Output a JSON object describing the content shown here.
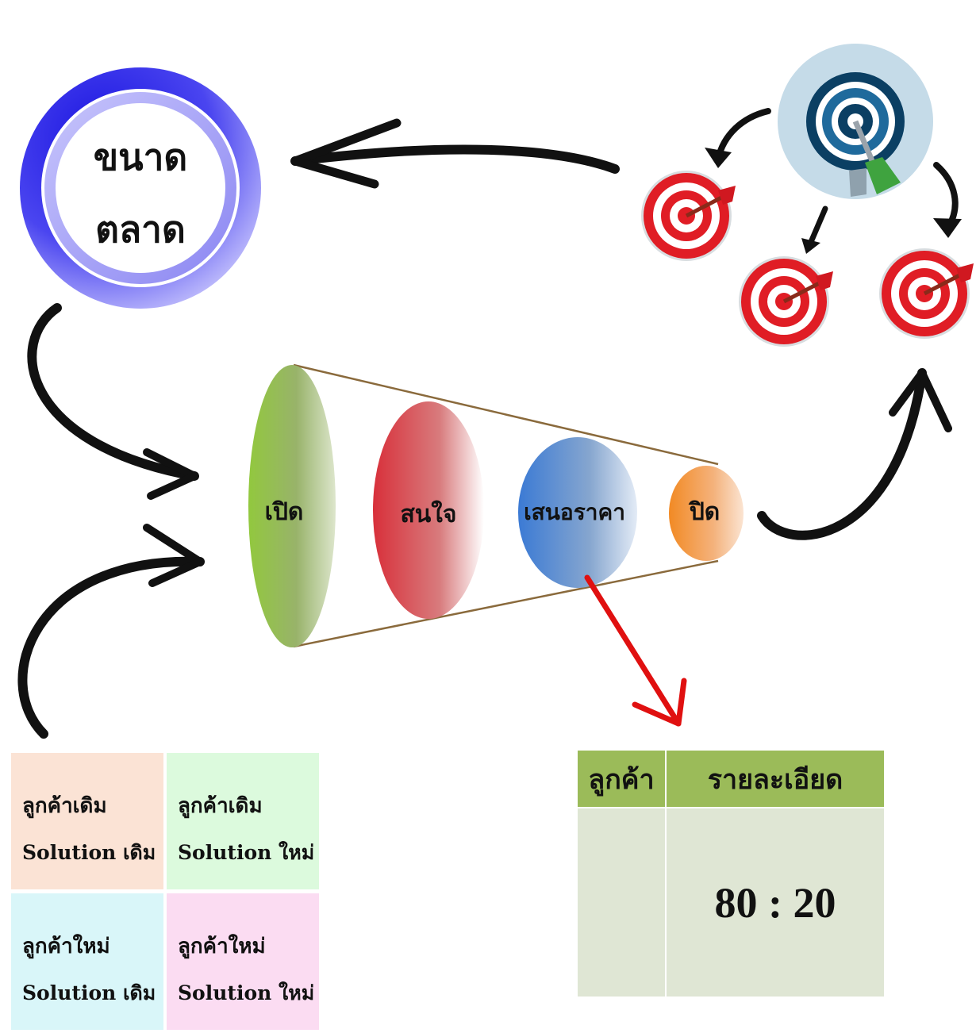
{
  "market_size": {
    "line1": "ขนาด",
    "line2": "ตลาด"
  },
  "funnel": {
    "stages": [
      {
        "label": "เปิด",
        "color": "#8fbf4a"
      },
      {
        "label": "สนใจ",
        "color": "#d8383c"
      },
      {
        "label": "เสนอราคา",
        "color": "#3f7fd0"
      },
      {
        "label": "ปิด",
        "color": "#f28a24"
      }
    ]
  },
  "matrix": {
    "cells": [
      {
        "line1": "ลูกค้าเดิม",
        "line2": "Solution เดิม",
        "color": "#fbe3d5"
      },
      {
        "line1": "ลูกค้าเดิม",
        "line2": "Solution ใหม่",
        "color": "#dcfadd"
      },
      {
        "line1": "ลูกค้าใหม่",
        "line2": "Solution เดิม",
        "color": "#d9f6f9"
      },
      {
        "line1": "ลูกค้าใหม่",
        "line2": "Solution ใหม่",
        "color": "#fbdcf2"
      }
    ]
  },
  "table": {
    "headers": [
      "ลูกค้า",
      "รายละเอียด"
    ],
    "value": "80 : 20",
    "header_color": "#9bbb59",
    "body_color": "#dfe6d4"
  },
  "targets": {
    "main_icon": "bullseye-icon",
    "small_icon": "dart-target-icon"
  },
  "colors": {
    "ring": "#2f2fe6",
    "arrow": "#111111",
    "red_arrow": "#e01010"
  }
}
